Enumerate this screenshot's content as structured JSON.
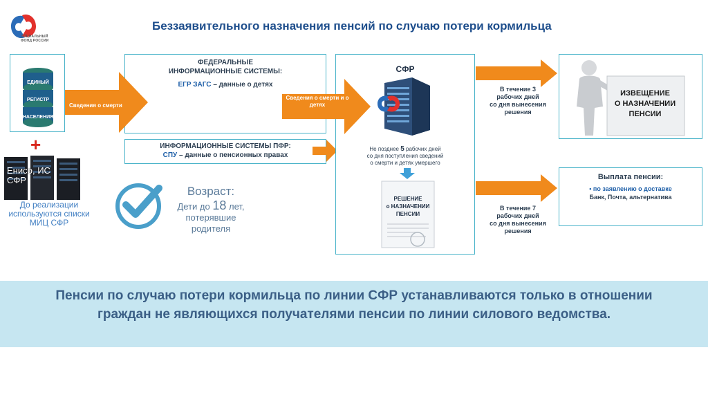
{
  "logo": {
    "org_line1": "СОЦИАЛЬНЫЙ",
    "org_line2": "ФОНД РОССИИ"
  },
  "title": "Беззаявительного назначения пенсий по случаю потери кормильца",
  "database": {
    "labels": [
      "ЕДИНЫЙ",
      "РЕГИСТР",
      "НАСЕЛЕНИЯ"
    ]
  },
  "servers": {
    "label_line1": "Енисо, ИС",
    "label_line2": "СФР"
  },
  "mic_note": "До реализации используются списки МИЦ СФР",
  "arrow1_label": "Сведения о смерти",
  "arrow2_label": "Сведения о смерти и о детях",
  "federal": {
    "heading_line1": "ФЕДЕРАЛЬНЫЕ",
    "heading_line2": "ИНФОРМАЦИОННЫЕ СИСТЕМЫ:",
    "source": "ЕГР ЗАГС",
    "source_desc": " – данные о детях"
  },
  "pfr": {
    "heading": "ИНФОРМАЦИОННЫЕ СИСТЕМЫ ПФР:",
    "source": "СПУ",
    "source_desc": " – данные о пенсионных правах"
  },
  "sfr": {
    "title": "СФР",
    "note_line1_pre": "Не позднее ",
    "note_line1_num": "5",
    "note_line1_post": " рабочих дней",
    "note_line2": "со дня поступления сведений",
    "note_line3": "о смерти и детях умершего",
    "doc_line1": "РЕШЕНИЕ",
    "doc_line2": "о НАЗНАЧЕНИИ",
    "doc_line3": "ПЕНСИИ"
  },
  "term1": {
    "line1": "В течение 3",
    "line2": "рабочих дней",
    "line3": "со дня вынесения",
    "line4": "решения"
  },
  "term2": {
    "line1": "В течение 7",
    "line2": "рабочих дней",
    "line3": "со дня вынесения",
    "line4": "решения"
  },
  "notice": {
    "line1": "ИЗВЕЩЕНИЕ",
    "line2": "О НАЗНАЧЕНИИ",
    "line3": "ПЕНСИИ"
  },
  "payment": {
    "heading": "Выплата пенсии:",
    "item": "• по заявлению о доставке",
    "options": "Банк, Почта, альтернатива"
  },
  "age": {
    "title": "Возраст:",
    "line1_pre": "Дети до ",
    "line1_num": "18",
    "line1_post": " лет,",
    "line2": "потерявшие",
    "line3": "родителя"
  },
  "banner": {
    "line1": "Пенсии по случаю потери кормильца по линии СФР устанавливаются только в отношении",
    "line2": "граждан не являющихся получателями пенсии по линии силового ведомства."
  },
  "colors": {
    "arrow": "#f08a1c",
    "border": "#48b3c9",
    "title": "#1e4e8c",
    "banner_bg": "#c6e6f1"
  }
}
